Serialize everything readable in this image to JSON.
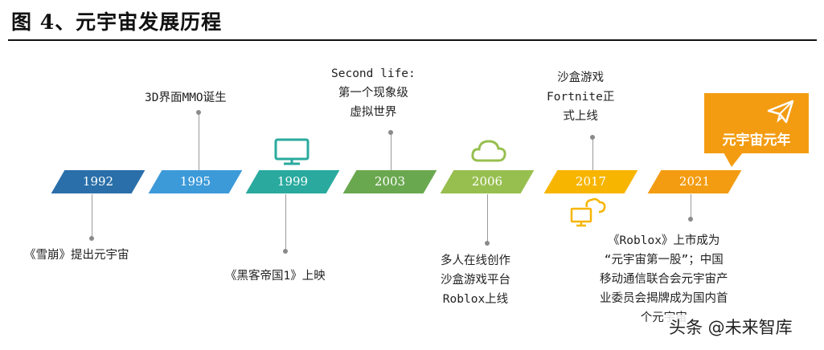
{
  "title": "图 4、元宇宙发展历程",
  "badge": "元宇宙元年",
  "watermark": "头条 @未来智库",
  "colors": {
    "y1992": "#2a6fa9",
    "y1995": "#3d9ad9",
    "y1999": "#2aaa9e",
    "y2003": "#6aa84f",
    "y2006": "#97bf4f",
    "y2017": "#f7b500",
    "y2021": "#f39c12"
  },
  "timeline": [
    {
      "year": "1992",
      "below": [
        "《雪崩》提出元宇宙"
      ]
    },
    {
      "year": "1995",
      "above": [
        "3D界面MMO诞生"
      ]
    },
    {
      "year": "1999",
      "below": [
        "《黑客帝国1》上映"
      ],
      "icon": "monitor-icon"
    },
    {
      "year": "2003",
      "above": [
        "Second life:",
        "第一个现象级",
        "虚拟世界"
      ]
    },
    {
      "year": "2006",
      "below": [
        "多人在线创作",
        "沙盒游戏平台",
        "Roblox上线"
      ],
      "icon": "cloud-icon"
    },
    {
      "year": "2017",
      "above": [
        "沙盒游戏",
        "Fortnite正",
        "式上线"
      ],
      "icon": "cloud-monitor-icon"
    },
    {
      "year": "2021",
      "below": [
        "《Roblox》上市成为",
        "“元宇宙第一股”；中国",
        "移动通信联合会元宇宙产",
        "业委员会揭牌成为国内首",
        "个元宇宙"
      ]
    }
  ]
}
